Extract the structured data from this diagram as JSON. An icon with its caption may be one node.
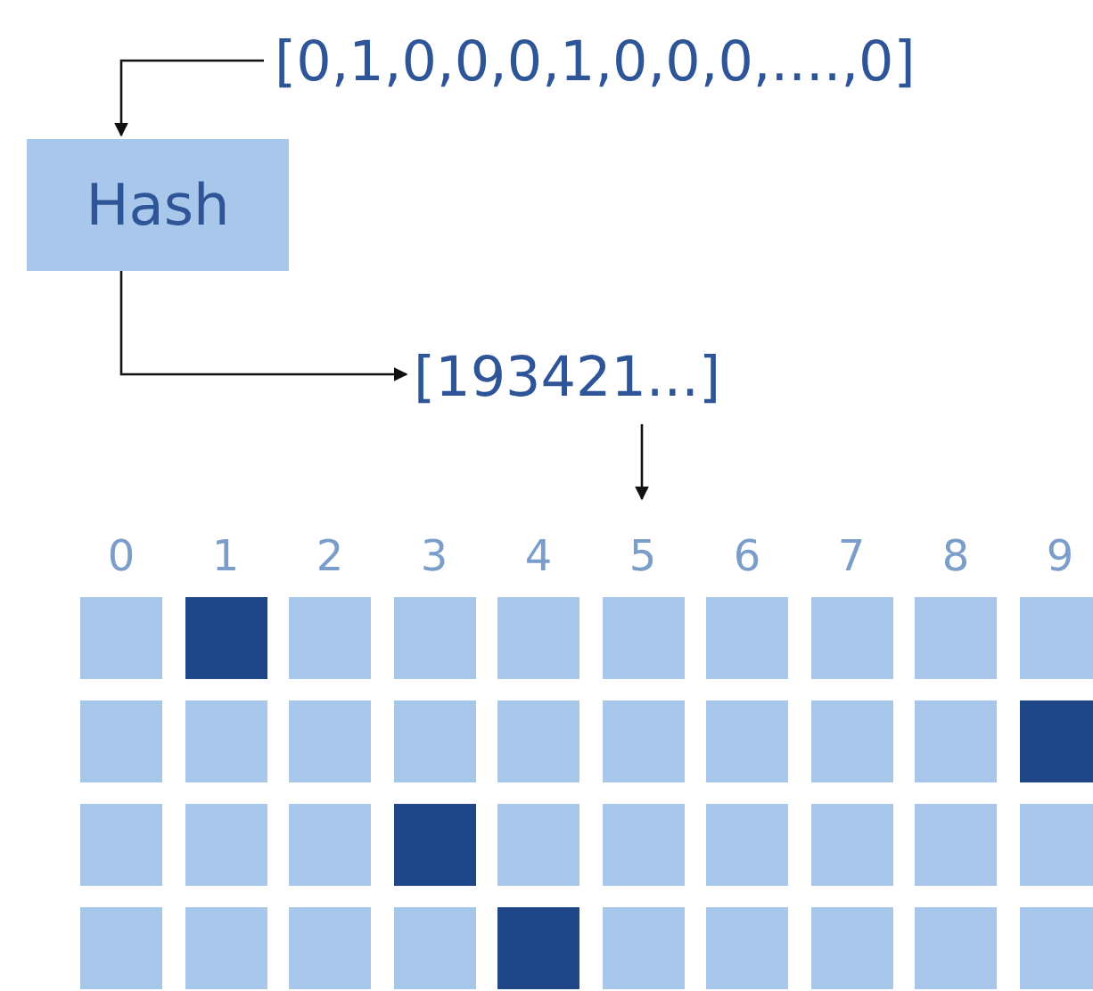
{
  "diagram": {
    "nodes": [
      {
        "text": [
          "[0,1,0,0,0,1,0,0,0,....,0]"
        ]
      },
      {
        "text": [
          "Hash"
        ]
      },
      {
        "text": [
          "[193421...]"
        ]
      }
    ],
    "edges": [
      {
        "from": 0,
        "to": 1,
        "arrow": "to"
      },
      {
        "from": 1,
        "to": 2,
        "arrow": "to"
      },
      {
        "from": 2,
        "to": null,
        "arrow": "to"
      }
    ],
    "labels": [
      "0",
      "1",
      "2",
      "3",
      "4",
      "5",
      "6",
      "7",
      "8",
      "9"
    ]
  }
}
